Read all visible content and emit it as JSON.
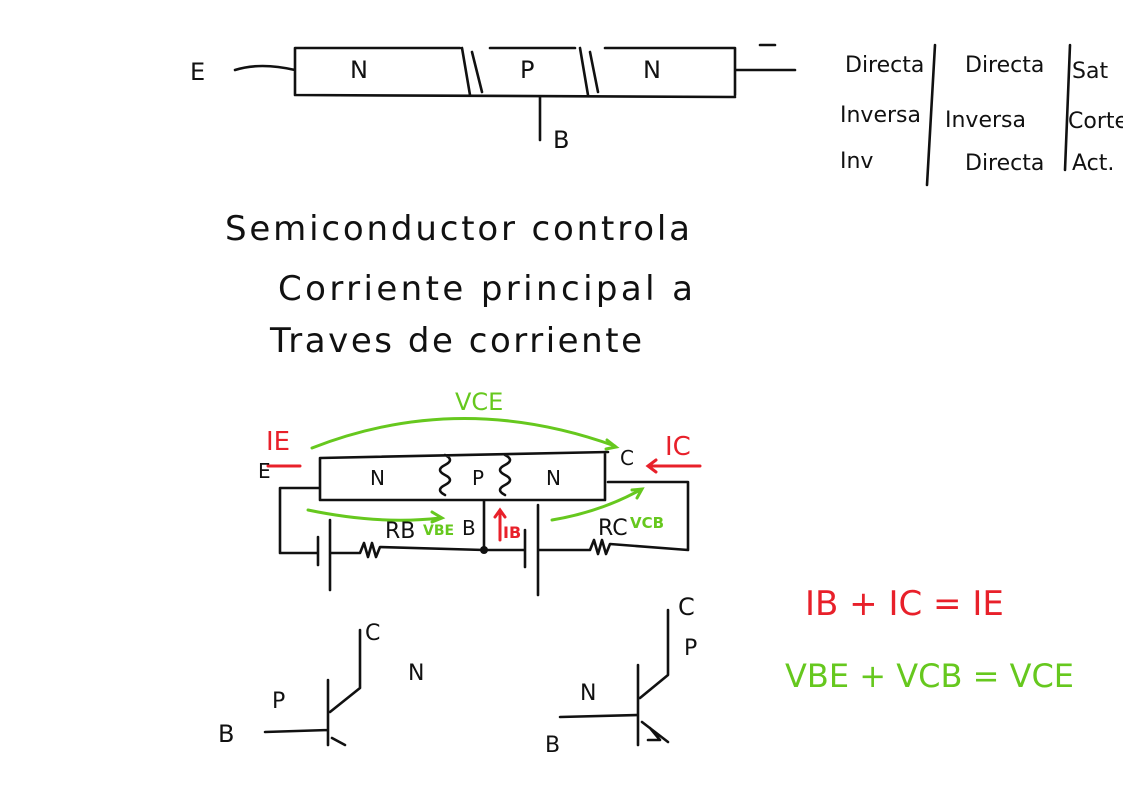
{
  "colors": {
    "ink": "#111111",
    "red": "#e8202a",
    "green": "#66c81e"
  },
  "top_diagram": {
    "emitter": "E",
    "regions": [
      "N",
      "P",
      "N"
    ],
    "base": "B"
  },
  "modes_table": {
    "rows": [
      [
        "Directa",
        "Directa",
        "Sat"
      ],
      [
        "Inversa",
        "Inversa",
        "Corte"
      ],
      [
        "Inv",
        "Directa",
        "Act."
      ]
    ]
  },
  "note": {
    "lines": [
      "Semiconductor controla",
      "Corriente principal a",
      "Traves de corriente"
    ]
  },
  "circuit": {
    "vce": "VCE",
    "ie": "IE",
    "ic": "IC",
    "emitter": "E",
    "collector": "C",
    "regions": [
      "N",
      "P",
      "N"
    ],
    "rb": "RB",
    "rc": "RC",
    "vbe": "VBE",
    "vcb": "VCB",
    "base": "B",
    "ib": "IB"
  },
  "equations": {
    "currents": "IB + IC = IE",
    "voltages": "VBE + VCB = VCE"
  },
  "symbols": {
    "npn": {
      "b": "B",
      "c": "C",
      "p": "P",
      "n": "N"
    },
    "pnp": {
      "b": "B",
      "c": "C",
      "p": "P",
      "n": "N"
    }
  }
}
